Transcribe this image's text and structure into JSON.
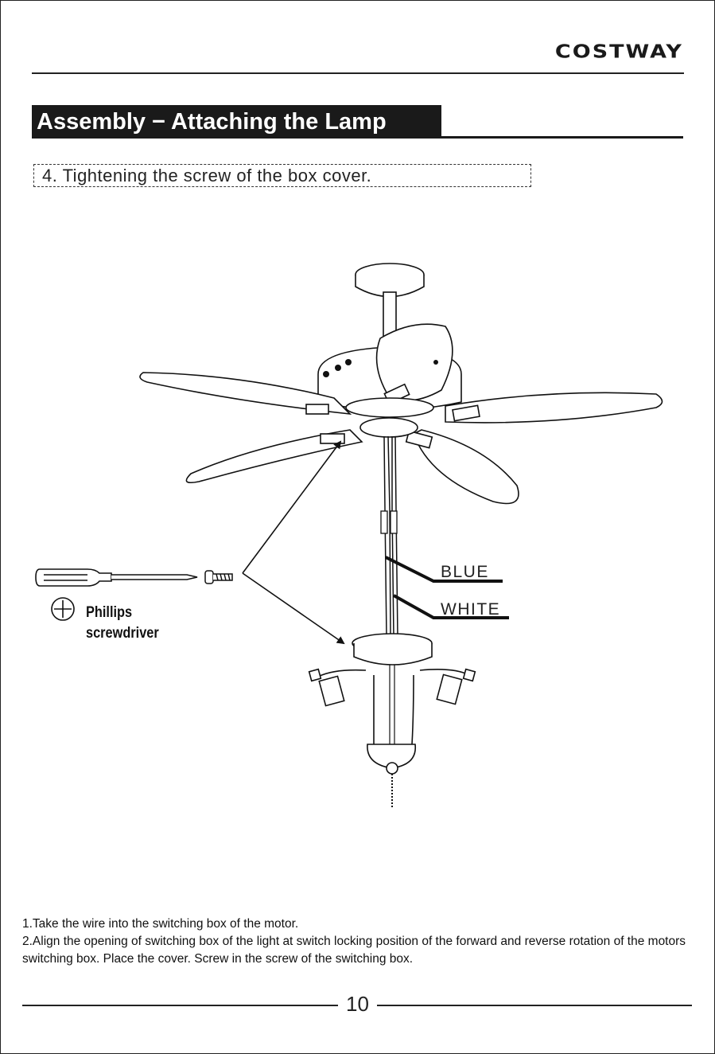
{
  "header": {
    "brand": "COSTWAY"
  },
  "section": {
    "title": "Assembly − Attaching the  Lamp"
  },
  "step": {
    "text": "4. Tightening the screw of the box cover."
  },
  "tool": {
    "line1": "Phillips",
    "line2": "screwdriver"
  },
  "wires": {
    "blue": "BLUE",
    "white": "WHITE"
  },
  "instructions": {
    "line1": "1.Take the wire into the switching box of the motor.",
    "line2": "2.Align the opening of switching box of the light at switch locking position of the forward and reverse rotation of the motors switching box. Place the cover. Screw in the screw of the switching box."
  },
  "footer": {
    "page": "10"
  }
}
